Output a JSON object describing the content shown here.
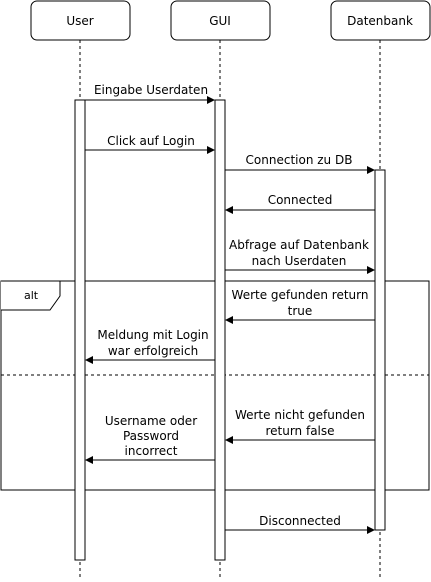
{
  "participants": [
    {
      "id": "user",
      "label": "User"
    },
    {
      "id": "gui",
      "label": "GUI"
    },
    {
      "id": "db",
      "label": "Datenbank"
    }
  ],
  "messages": [
    {
      "id": "m1",
      "from": "user",
      "to": "gui",
      "lines": [
        "Eingabe Userdaten"
      ]
    },
    {
      "id": "m2",
      "from": "user",
      "to": "gui",
      "lines": [
        "Click auf Login"
      ]
    },
    {
      "id": "m3",
      "from": "gui",
      "to": "db",
      "lines": [
        "Connection zu DB"
      ]
    },
    {
      "id": "m4",
      "from": "db",
      "to": "gui",
      "lines": [
        "Connected"
      ]
    },
    {
      "id": "m5",
      "from": "gui",
      "to": "db",
      "lines": [
        "Abfrage auf Datenbank",
        "nach Userdaten"
      ]
    },
    {
      "id": "m6",
      "from": "db",
      "to": "gui",
      "lines": [
        "Werte gefunden return",
        "true"
      ]
    },
    {
      "id": "m7",
      "from": "gui",
      "to": "user",
      "lines": [
        "Meldung mit Login",
        "war erfolgreich"
      ]
    },
    {
      "id": "m8",
      "from": "db",
      "to": "gui",
      "lines": [
        "Werte nicht gefunden",
        "return false"
      ]
    },
    {
      "id": "m9",
      "from": "gui",
      "to": "user",
      "lines": [
        "Username oder",
        "Password",
        "incorrect"
      ]
    },
    {
      "id": "m10",
      "from": "gui",
      "to": "db",
      "lines": [
        "Disconnected"
      ]
    }
  ],
  "fragment": {
    "operator": "alt"
  }
}
